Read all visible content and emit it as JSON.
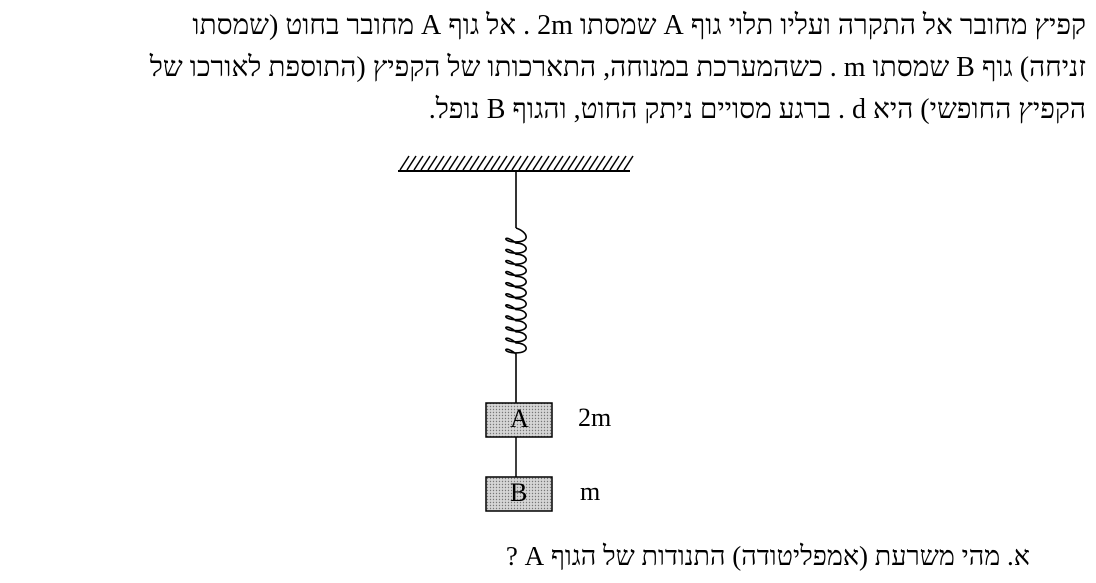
{
  "problem": {
    "lines": [
      "קפיץ מחובר אל התקרה ועליו תלוי גוף A שמסתו 2m . אל גוף A מחובר בחוט (שמסתו",
      "זניחה) גוף B שמסתו m . כשהמערכת במנוחה, התארכותו של הקפיץ (התוספת לאורכו של",
      "הקפיץ החופשי) היא d . ברגע מסויים ניתק החוט, והגוף B נופל."
    ],
    "question": "א.  מהי משרעת (אמפליטודה) התנודות של הגוף A ?"
  },
  "diagram": {
    "block_a_label": "A",
    "block_a_mass": "2m",
    "block_b_label": "B",
    "block_b_mass": "m"
  }
}
